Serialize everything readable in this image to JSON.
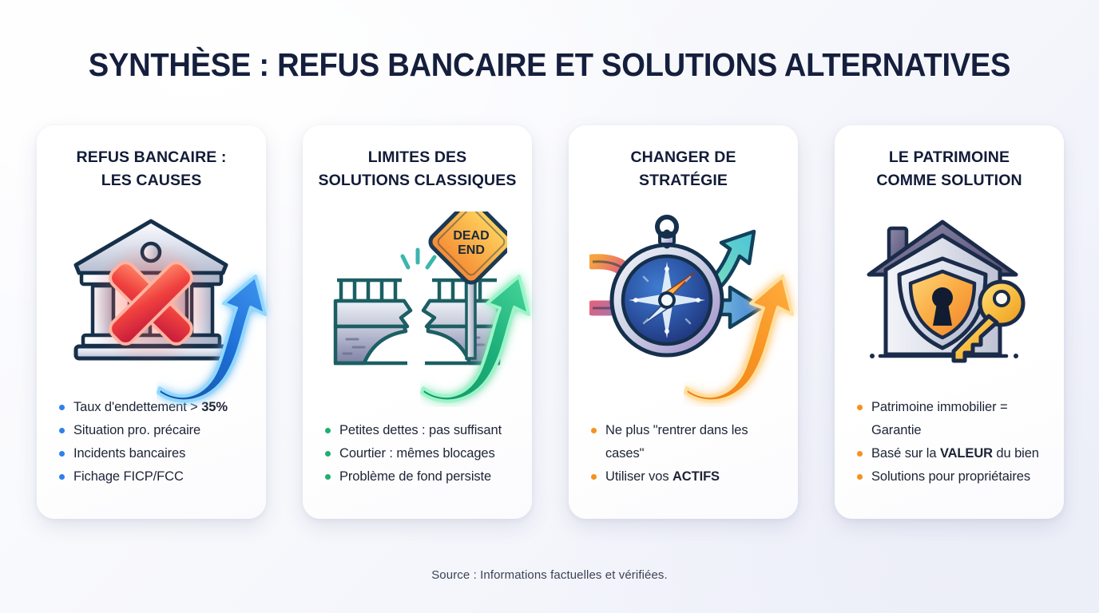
{
  "header": {
    "title": "SYNTHÈSE : REFUS BANCAIRE ET SOLUTIONS ALTERNATIVES"
  },
  "cards": [
    {
      "id": "refus-bancaire",
      "title": "REFUS BANCAIRE :\nLES CAUSES",
      "title_line1": "REFUS BANCAIRE :",
      "title_line2": "LES CAUSES",
      "icon": "bank-with-red-cross-icon",
      "accent": "#2f80ed",
      "bullets": [
        {
          "text": "Taux d'endettement > ",
          "bold": "35%",
          "tail": ""
        },
        {
          "text": "Situation pro. précaire",
          "bold": "",
          "tail": ""
        },
        {
          "text": "Incidents bancaires",
          "bold": "",
          "tail": ""
        },
        {
          "text": "Fichage FICP/FCC",
          "bold": "",
          "tail": ""
        }
      ]
    },
    {
      "id": "limites-solutions-classiques",
      "title": "LIMITES DES\nSOLUTIONS CLASSIQUES",
      "title_line1": "LIMITES DES",
      "title_line2": "SOLUTIONS CLASSIQUES",
      "icon": "broken-bridge-dead-end-icon",
      "accent": "#1fae72",
      "bullets": [
        {
          "text": "Petites dettes : pas suffisant",
          "bold": "",
          "tail": ""
        },
        {
          "text": "Courtier : mêmes blocages",
          "bold": "",
          "tail": ""
        },
        {
          "text": "Problème de fond persiste",
          "bold": "",
          "tail": ""
        }
      ]
    },
    {
      "id": "changer-de-strategie",
      "title": "CHANGER DE\nSTRATÉGIE",
      "title_line1": "CHANGER DE",
      "title_line2": "STRATÉGIE",
      "icon": "compass-with-arrows-icon",
      "accent": "#f5911e",
      "bullets": [
        {
          "text": "Ne plus \"rentrer dans les cases\"",
          "bold": "",
          "tail": ""
        },
        {
          "text": "Utiliser vos ",
          "bold": "ACTIFS",
          "tail": ""
        }
      ]
    },
    {
      "id": "patrimoine-comme-solution",
      "title": "LE PATRIMOINE\nCOMME SOLUTION",
      "title_line1": "LE PATRIMOINE",
      "title_line2": "COMME SOLUTION",
      "icon": "house-shield-key-icon",
      "accent": "#f5911e",
      "bullets": [
        {
          "text": "Patrimoine immobilier = Garantie",
          "bold": "",
          "tail": ""
        },
        {
          "text": "Basé sur la ",
          "bold": "VALEUR",
          "tail": " du bien"
        },
        {
          "text": "Solutions pour propriétaires",
          "bold": "",
          "tail": ""
        }
      ]
    }
  ],
  "connectors": [
    {
      "id": "arrow-1",
      "from": "refus-bancaire",
      "to": "limites-solutions-classiques",
      "color": "#1f6fd6",
      "glow": "#7fd2ff"
    },
    {
      "id": "arrow-2",
      "from": "limites-solutions-classiques",
      "to": "changer-de-strategie",
      "color": "#1ea874",
      "glow": "#84f0bc"
    },
    {
      "id": "arrow-3",
      "from": "changer-de-strategie",
      "to": "patrimoine-comme-solution",
      "color": "#f48a15",
      "glow": "#ffd88a"
    }
  ],
  "signs": {
    "dead_end_line1": "DEAD",
    "dead_end_line2": "END"
  },
  "footer": {
    "source": "Source : Informations factuelles et vérifiées."
  },
  "colors": {
    "title": "#151f3d",
    "card_bg": "#ffffff",
    "background": "#f5f6fb",
    "blue": "#2f80ed",
    "green": "#1fae72",
    "orange": "#f5911e",
    "red": "#e23b3b"
  }
}
